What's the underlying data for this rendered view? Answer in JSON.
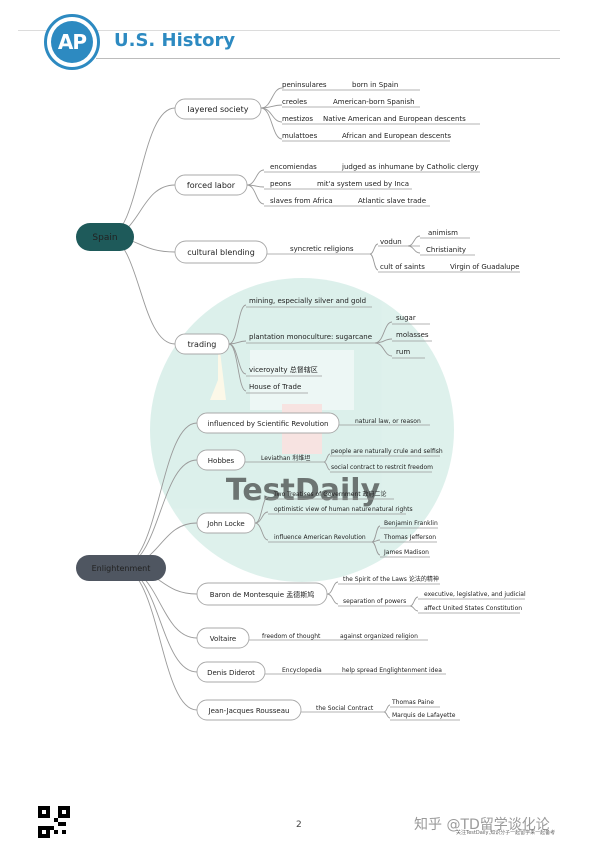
{
  "header": {
    "badge": "AP",
    "course": "U.S. History"
  },
  "watermark": "TestDaily",
  "spain": {
    "label": "Spain",
    "layered": {
      "label": "layered society",
      "items": [
        {
          "term": "peninsulares",
          "desc": "born in Spain"
        },
        {
          "term": "creoles",
          "desc": "American-born Spanish"
        },
        {
          "term": "mestizos",
          "desc": "Native American and European descents"
        },
        {
          "term": "mulattoes",
          "desc": "African and European descents"
        }
      ]
    },
    "forced": {
      "label": "forced labor",
      "items": [
        {
          "term": "encomiendas",
          "desc": "judged as inhumane by Catholic clergy"
        },
        {
          "term": "peons",
          "desc": "mit'a system used by Inca"
        },
        {
          "term": "slaves from Africa",
          "desc": "Atlantic slave trade"
        }
      ]
    },
    "cultural": {
      "label": "cultural blending",
      "sub": "syncretic religions",
      "vodun": "vodun",
      "vodun_items": [
        "animism",
        "Christianity"
      ],
      "saints": "cult of saints",
      "saints_desc": "Virgin of Guadalupe"
    },
    "trading": {
      "label": "trading",
      "mining": "mining, especially silver and gold",
      "plantation": "plantation monoculture: sugarcane",
      "crops": [
        "sugar",
        "molasses",
        "rum"
      ],
      "viceroyalty": "viceroyalty 总督辖区",
      "house": "House of Trade"
    }
  },
  "enlightenment": {
    "label": "Enlightenment",
    "scientific": {
      "label": "influenced by Scientific Revolution",
      "desc": "natural law, or reason"
    },
    "hobbes": {
      "label": "Hobbes",
      "work": "Leviathan 利维坦",
      "items": [
        "people are naturally crule and selfish",
        "social contract to restrcit freedom"
      ]
    },
    "locke": {
      "label": "John Locke",
      "treatises": "Two Treatises of Government 政府二论",
      "optimistic": "optimistic view of human nature",
      "rights": "natural rights",
      "influence": "influence American Revolution",
      "people": [
        "Benjamin Franklin",
        "Thomas Jefferson",
        "James Madison"
      ]
    },
    "montesquieu": {
      "label": "Baron de Montesquie 孟德斯鸠",
      "spirit": "the Spirit of the Laws 论法的精神",
      "separation": "separation of powers",
      "powers": [
        "executive, legislative, and judicial",
        "affect United States Constitution"
      ]
    },
    "voltaire": {
      "label": "Voltaire",
      "freedom": "freedom of thought",
      "against": "against organized religion"
    },
    "diderot": {
      "label": "Denis Diderot",
      "work": "Encyclopedia",
      "desc": "help spread Englightenment idea"
    },
    "rousseau": {
      "label": "Jean-Jacques Rousseau",
      "work": "the Social Contract",
      "people": [
        "Thomas Paine",
        "Marquis de Lafayette"
      ]
    }
  },
  "footer": {
    "page": "2",
    "wm": "知乎 @TD留学谈化论",
    "small": "关注TestDaily,知识分子一起留学来一起备考"
  },
  "colors": {
    "brand_blue": "#2d8ac1",
    "spain_node": "#1e5a5a",
    "enlight_node": "#4f5661",
    "watermark": "#2fa58a"
  }
}
